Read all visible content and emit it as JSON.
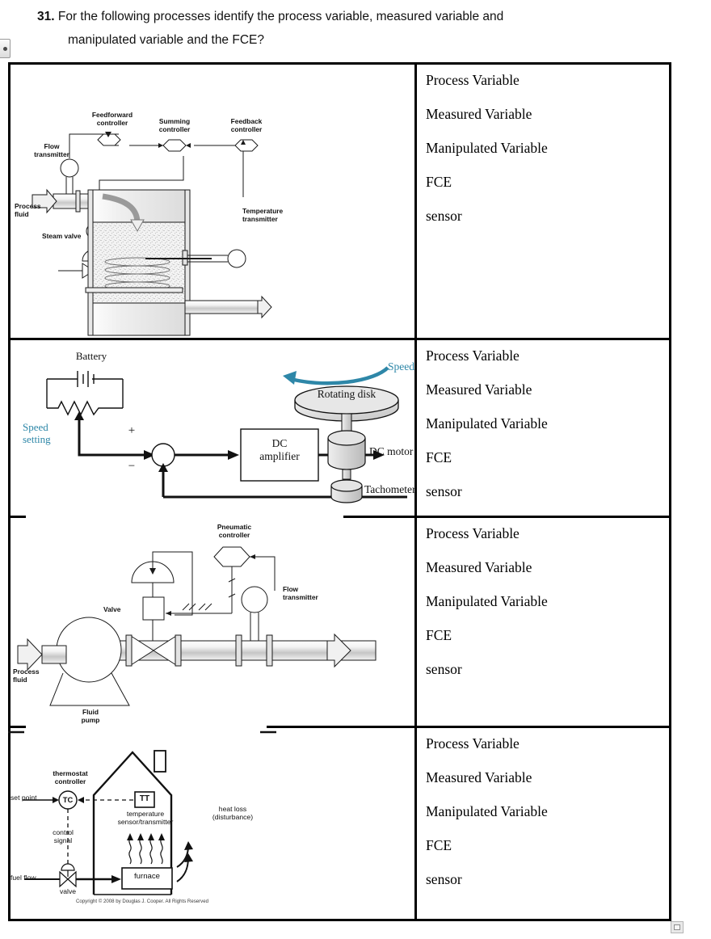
{
  "question": {
    "number": "31.",
    "line1": "For the following processes identify the process variable, measured variable and",
    "line2": "manipulated variable and the FCE?"
  },
  "answer_prompts": [
    "Process Variable",
    "Measured Variable",
    "Manipulated Variable",
    "FCE",
    "sensor"
  ],
  "colors": {
    "accent_blue": "#2e87a8",
    "line_black": "#111111",
    "fill_grey": "#d0d0d0",
    "fill_light": "#ededed"
  },
  "rows": [
    {
      "id": "row-heat-exchanger-tank",
      "diagram_name": "feedforward-feedback-heated-tank-diagram",
      "labels": {
        "feedforward_controller": "Feedforward\ncontroller",
        "summing_controller": "Summing\ncontroller",
        "feedback_controller": "Feedback\ncontroller",
        "flow_transmitter": "Flow\ntransmitter",
        "process_fluid": "Process\nfluid",
        "steam_valve": "Steam valve",
        "temperature_transmitter": "Temperature\ntransmitter"
      }
    },
    {
      "id": "row-dc-motor-speed-control",
      "diagram_name": "dc-motor-speed-control-diagram",
      "labels": {
        "battery": "Battery",
        "speed_setting": "Speed\nsetting",
        "plus": "+",
        "minus": "−",
        "dc_amplifier": "DC\namplifier",
        "rotating_disk": "Rotating disk",
        "speed": "Speed",
        "dc_motor": "DC motor",
        "tachometer": "Tachometer"
      }
    },
    {
      "id": "row-pneumatic-flow-control",
      "diagram_name": "pneumatic-flow-control-loop-diagram",
      "labels": {
        "pneumatic_controller": "Pneumatic\ncontroller",
        "valve": "Valve",
        "flow_transmitter": "Flow\ntransmitter",
        "process_fluid": "Process\nfluid",
        "fluid_pump": "Fluid\npump"
      }
    },
    {
      "id": "row-house-thermostat",
      "diagram_name": "house-thermostat-furnace-diagram",
      "labels": {
        "thermostat_controller": "thermostat\ncontroller",
        "set_point": "set point",
        "tc": "TC",
        "tt": "TT",
        "temp_sensor": "temperature\nsensor/transmitter",
        "heat_loss": "heat loss\n(disturbance)",
        "control_signal": "control\nsignal",
        "fuel_flow": "fuel flow",
        "valve": "valve",
        "furnace": "furnace",
        "copyright": "Copyright © 2008 by Douglas J. Cooper.  All Rights Reserved"
      }
    }
  ]
}
